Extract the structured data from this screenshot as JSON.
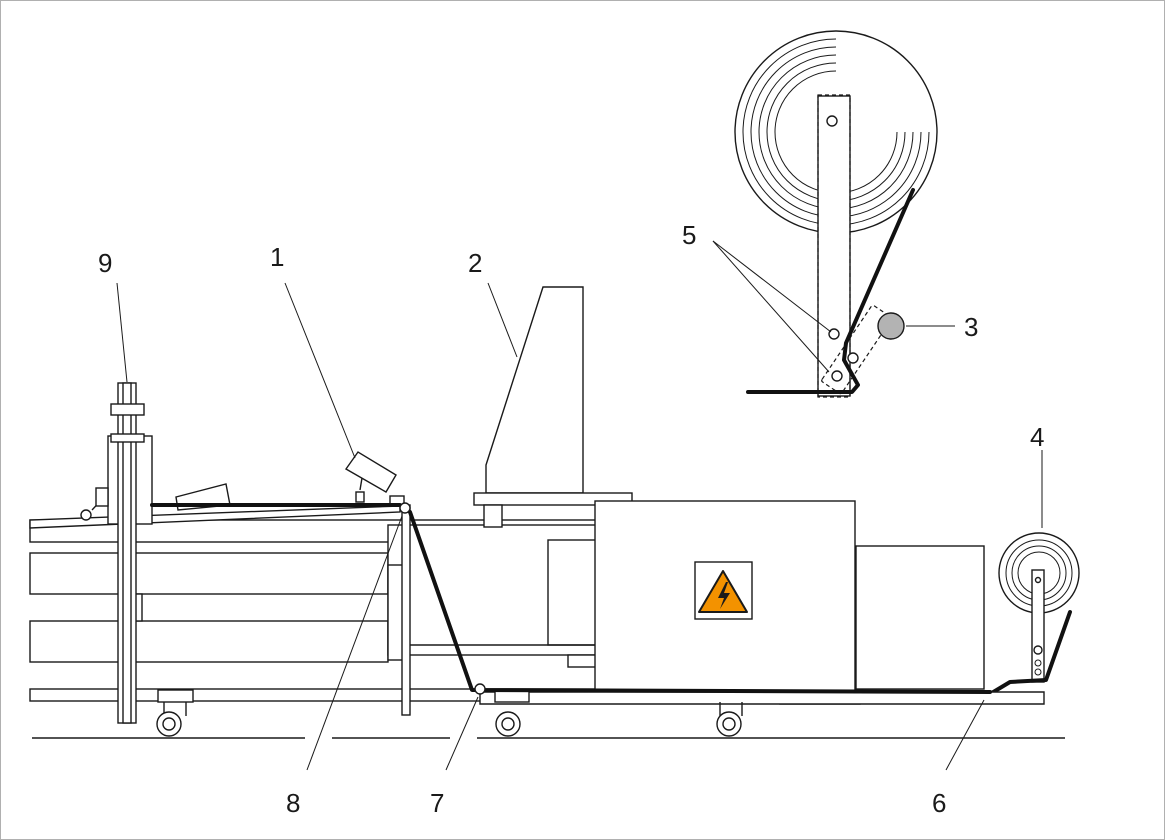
{
  "callouts": {
    "c1": "1",
    "c2": "2",
    "c3": "3",
    "c4": "4",
    "c5": "5",
    "c6": "6",
    "c7": "7",
    "c8": "8",
    "c9": "9"
  },
  "colors": {
    "line": "#1a1a1a",
    "web": "#111111",
    "warning_fill": "#f39200",
    "roller_fill": "#b3b3b3",
    "background": "#ffffff"
  },
  "icons": {
    "warning": "high-voltage-warning-icon"
  }
}
